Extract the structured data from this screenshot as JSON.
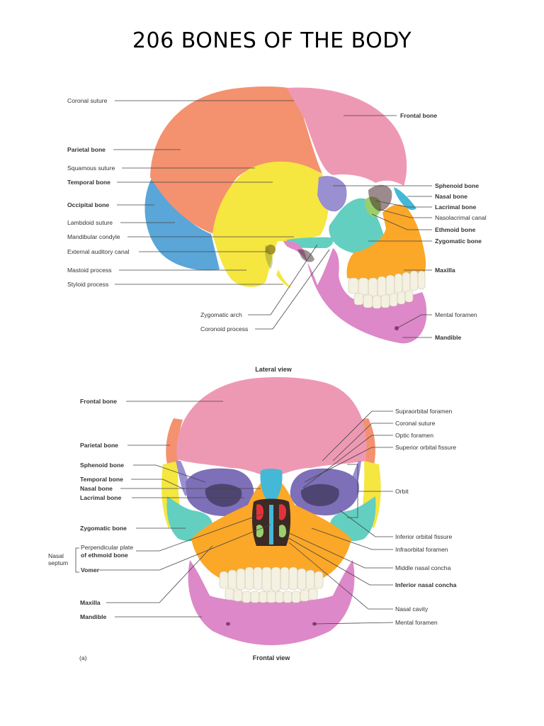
{
  "title": "206 BONES OF THE BODY",
  "colors": {
    "frontal": "#ee99b4",
    "parietal": "#f4916f",
    "temporal": "#f5e640",
    "occipital": "#5aa6d8",
    "sphenoid": "#9a8fd0",
    "ethmoid": "#9ad06a",
    "zygomatic": "#63cfc0",
    "maxilla": "#fba728",
    "mandible": "#dd88c8",
    "nasal": "#44b8d6",
    "teeth": "#f4f1e2"
  },
  "lateral": {
    "caption": "Lateral view",
    "left_labels": [
      {
        "text": "Coronal suture",
        "bold": false
      },
      {
        "text": "Parietal bone",
        "bold": true
      },
      {
        "text": "Squamous suture",
        "bold": false
      },
      {
        "text": "Temporal bone",
        "bold": true
      },
      {
        "text": "Occipital bone",
        "bold": true
      },
      {
        "text": "Lambdoid suture",
        "bold": false
      },
      {
        "text": "Mandibular condyle",
        "bold": false
      },
      {
        "text": "External auditory canal",
        "bold": false
      },
      {
        "text": "Mastoid process",
        "bold": false
      },
      {
        "text": "Styloid process",
        "bold": false
      },
      {
        "text": "Zygomatic arch",
        "bold": false
      },
      {
        "text": "Coronoid process",
        "bold": false
      }
    ],
    "right_labels": [
      {
        "text": "Frontal bone",
        "bold": true
      },
      {
        "text": "Sphenoid bone",
        "bold": true
      },
      {
        "text": "Nasal bone",
        "bold": true
      },
      {
        "text": "Lacrimal bone",
        "bold": true
      },
      {
        "text": "Nasolacrimal canal",
        "bold": false
      },
      {
        "text": "Ethmoid bone",
        "bold": true
      },
      {
        "text": "Zygomatic bone",
        "bold": true
      },
      {
        "text": "Maxilla",
        "bold": true
      },
      {
        "text": "Mental foramen",
        "bold": false
      },
      {
        "text": "Mandible",
        "bold": true
      }
    ]
  },
  "frontal": {
    "caption": "Frontal view",
    "figure_tag": "(a)",
    "left_labels": [
      {
        "text": "Frontal bone",
        "bold": true
      },
      {
        "text": "Parietal bone",
        "bold": true
      },
      {
        "text": "Sphenoid bone",
        "bold": true
      },
      {
        "text": "Temporal bone",
        "bold": true
      },
      {
        "text": "Nasal bone",
        "bold": true
      },
      {
        "text": "Lacrimal bone",
        "bold": true
      },
      {
        "text": "Zygomatic bone",
        "bold": true
      },
      {
        "text": "Perpendicular plate",
        "bold": false
      },
      {
        "text": "of ethmoid bone",
        "bold": true
      },
      {
        "text": "Vomer",
        "bold": true
      },
      {
        "text": "Maxilla",
        "bold": true
      },
      {
        "text": "Mandible",
        "bold": true
      }
    ],
    "septum_label": [
      "Nasal",
      "septum"
    ],
    "right_labels": [
      {
        "text": "Supraorbital foramen",
        "bold": false
      },
      {
        "text": "Coronal suture",
        "bold": false
      },
      {
        "text": "Optic foramen",
        "bold": false
      },
      {
        "text": "Superior orbital fissure",
        "bold": false
      },
      {
        "text": "Orbit",
        "bold": false
      },
      {
        "text": "Inferior orbital fissure",
        "bold": false
      },
      {
        "text": "Infraorbital foramen",
        "bold": false
      },
      {
        "text": "Middle nasal concha",
        "bold": false
      },
      {
        "text": "Inferior nasal concha",
        "bold": true
      },
      {
        "text": "Nasal cavity",
        "bold": false
      },
      {
        "text": "Mental foramen",
        "bold": false
      }
    ]
  }
}
